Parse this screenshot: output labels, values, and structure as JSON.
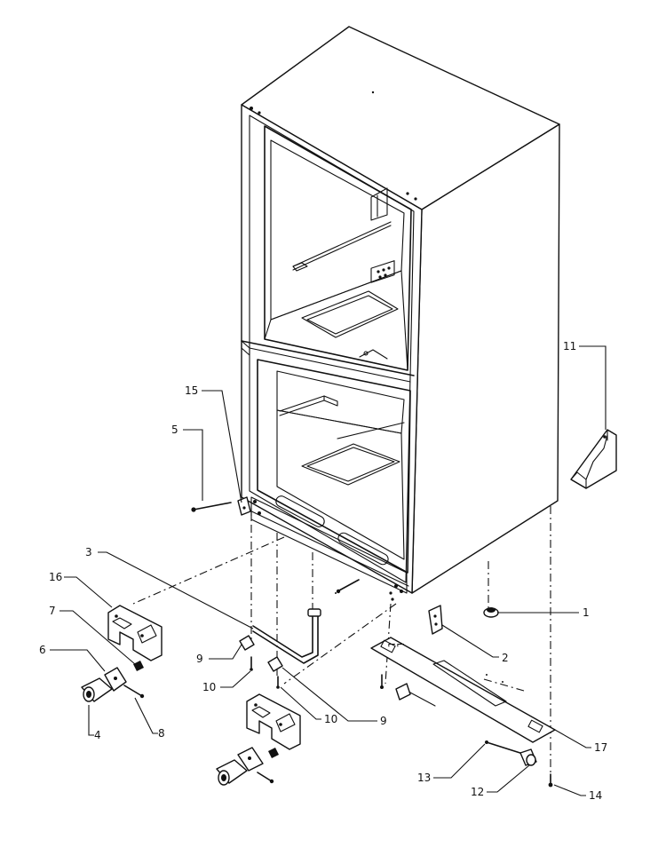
{
  "callouts": [
    {
      "id": "1",
      "text": "1"
    },
    {
      "id": "2",
      "text": "2"
    },
    {
      "id": "3",
      "text": "3"
    },
    {
      "id": "4",
      "text": "4"
    },
    {
      "id": "5",
      "text": "5"
    },
    {
      "id": "6",
      "text": "6"
    },
    {
      "id": "7",
      "text": "7"
    },
    {
      "id": "8",
      "text": "8"
    },
    {
      "id": "9a",
      "text": "9"
    },
    {
      "id": "9b",
      "text": "9"
    },
    {
      "id": "10a",
      "text": "10"
    },
    {
      "id": "10b",
      "text": "10"
    },
    {
      "id": "11",
      "text": "11"
    },
    {
      "id": "12",
      "text": "12"
    },
    {
      "id": "13",
      "text": "13"
    },
    {
      "id": "14",
      "text": "14"
    },
    {
      "id": "15",
      "text": "15"
    },
    {
      "id": "16",
      "text": "16"
    },
    {
      "id": "17",
      "text": "17"
    }
  ]
}
